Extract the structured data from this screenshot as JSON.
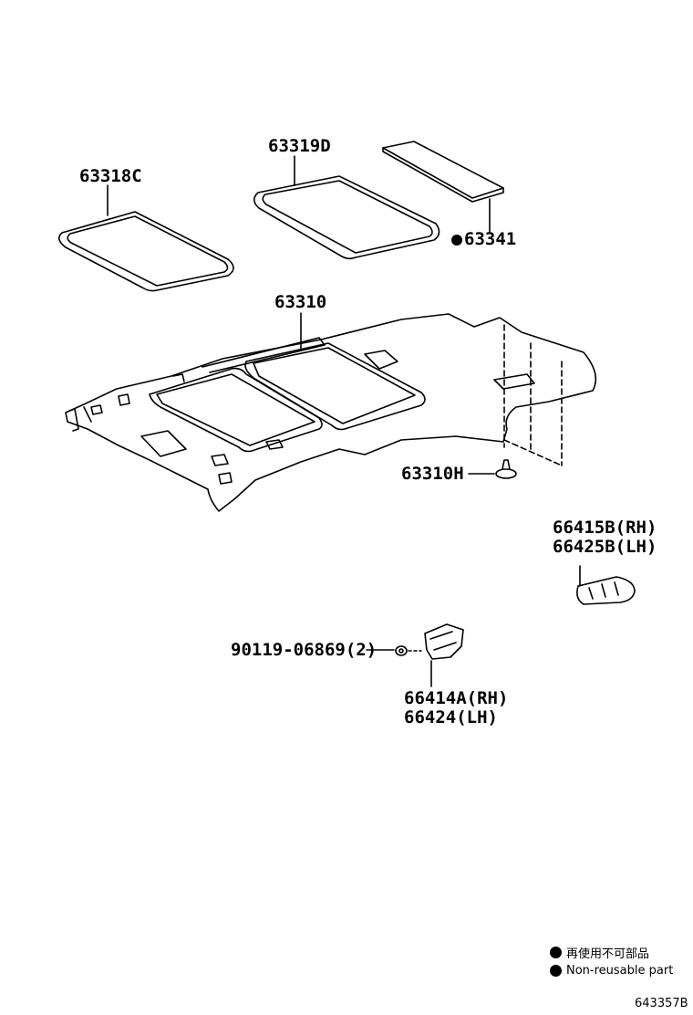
{
  "parts": {
    "p63318C": "63318C",
    "p63319D": "63319D",
    "p63341": "63341",
    "p63310": "63310",
    "p63310H": "63310H",
    "p66415B": "66415B(RH)",
    "p66425B": "66425B(LH)",
    "p90119": "90119-06869(2)",
    "p66414A": "66414A(RH)",
    "p66424": "66424(LH)"
  },
  "legend": {
    "jp": "再使用不可部品",
    "en": "Non-reusable part"
  },
  "catalog_number": "643357B"
}
